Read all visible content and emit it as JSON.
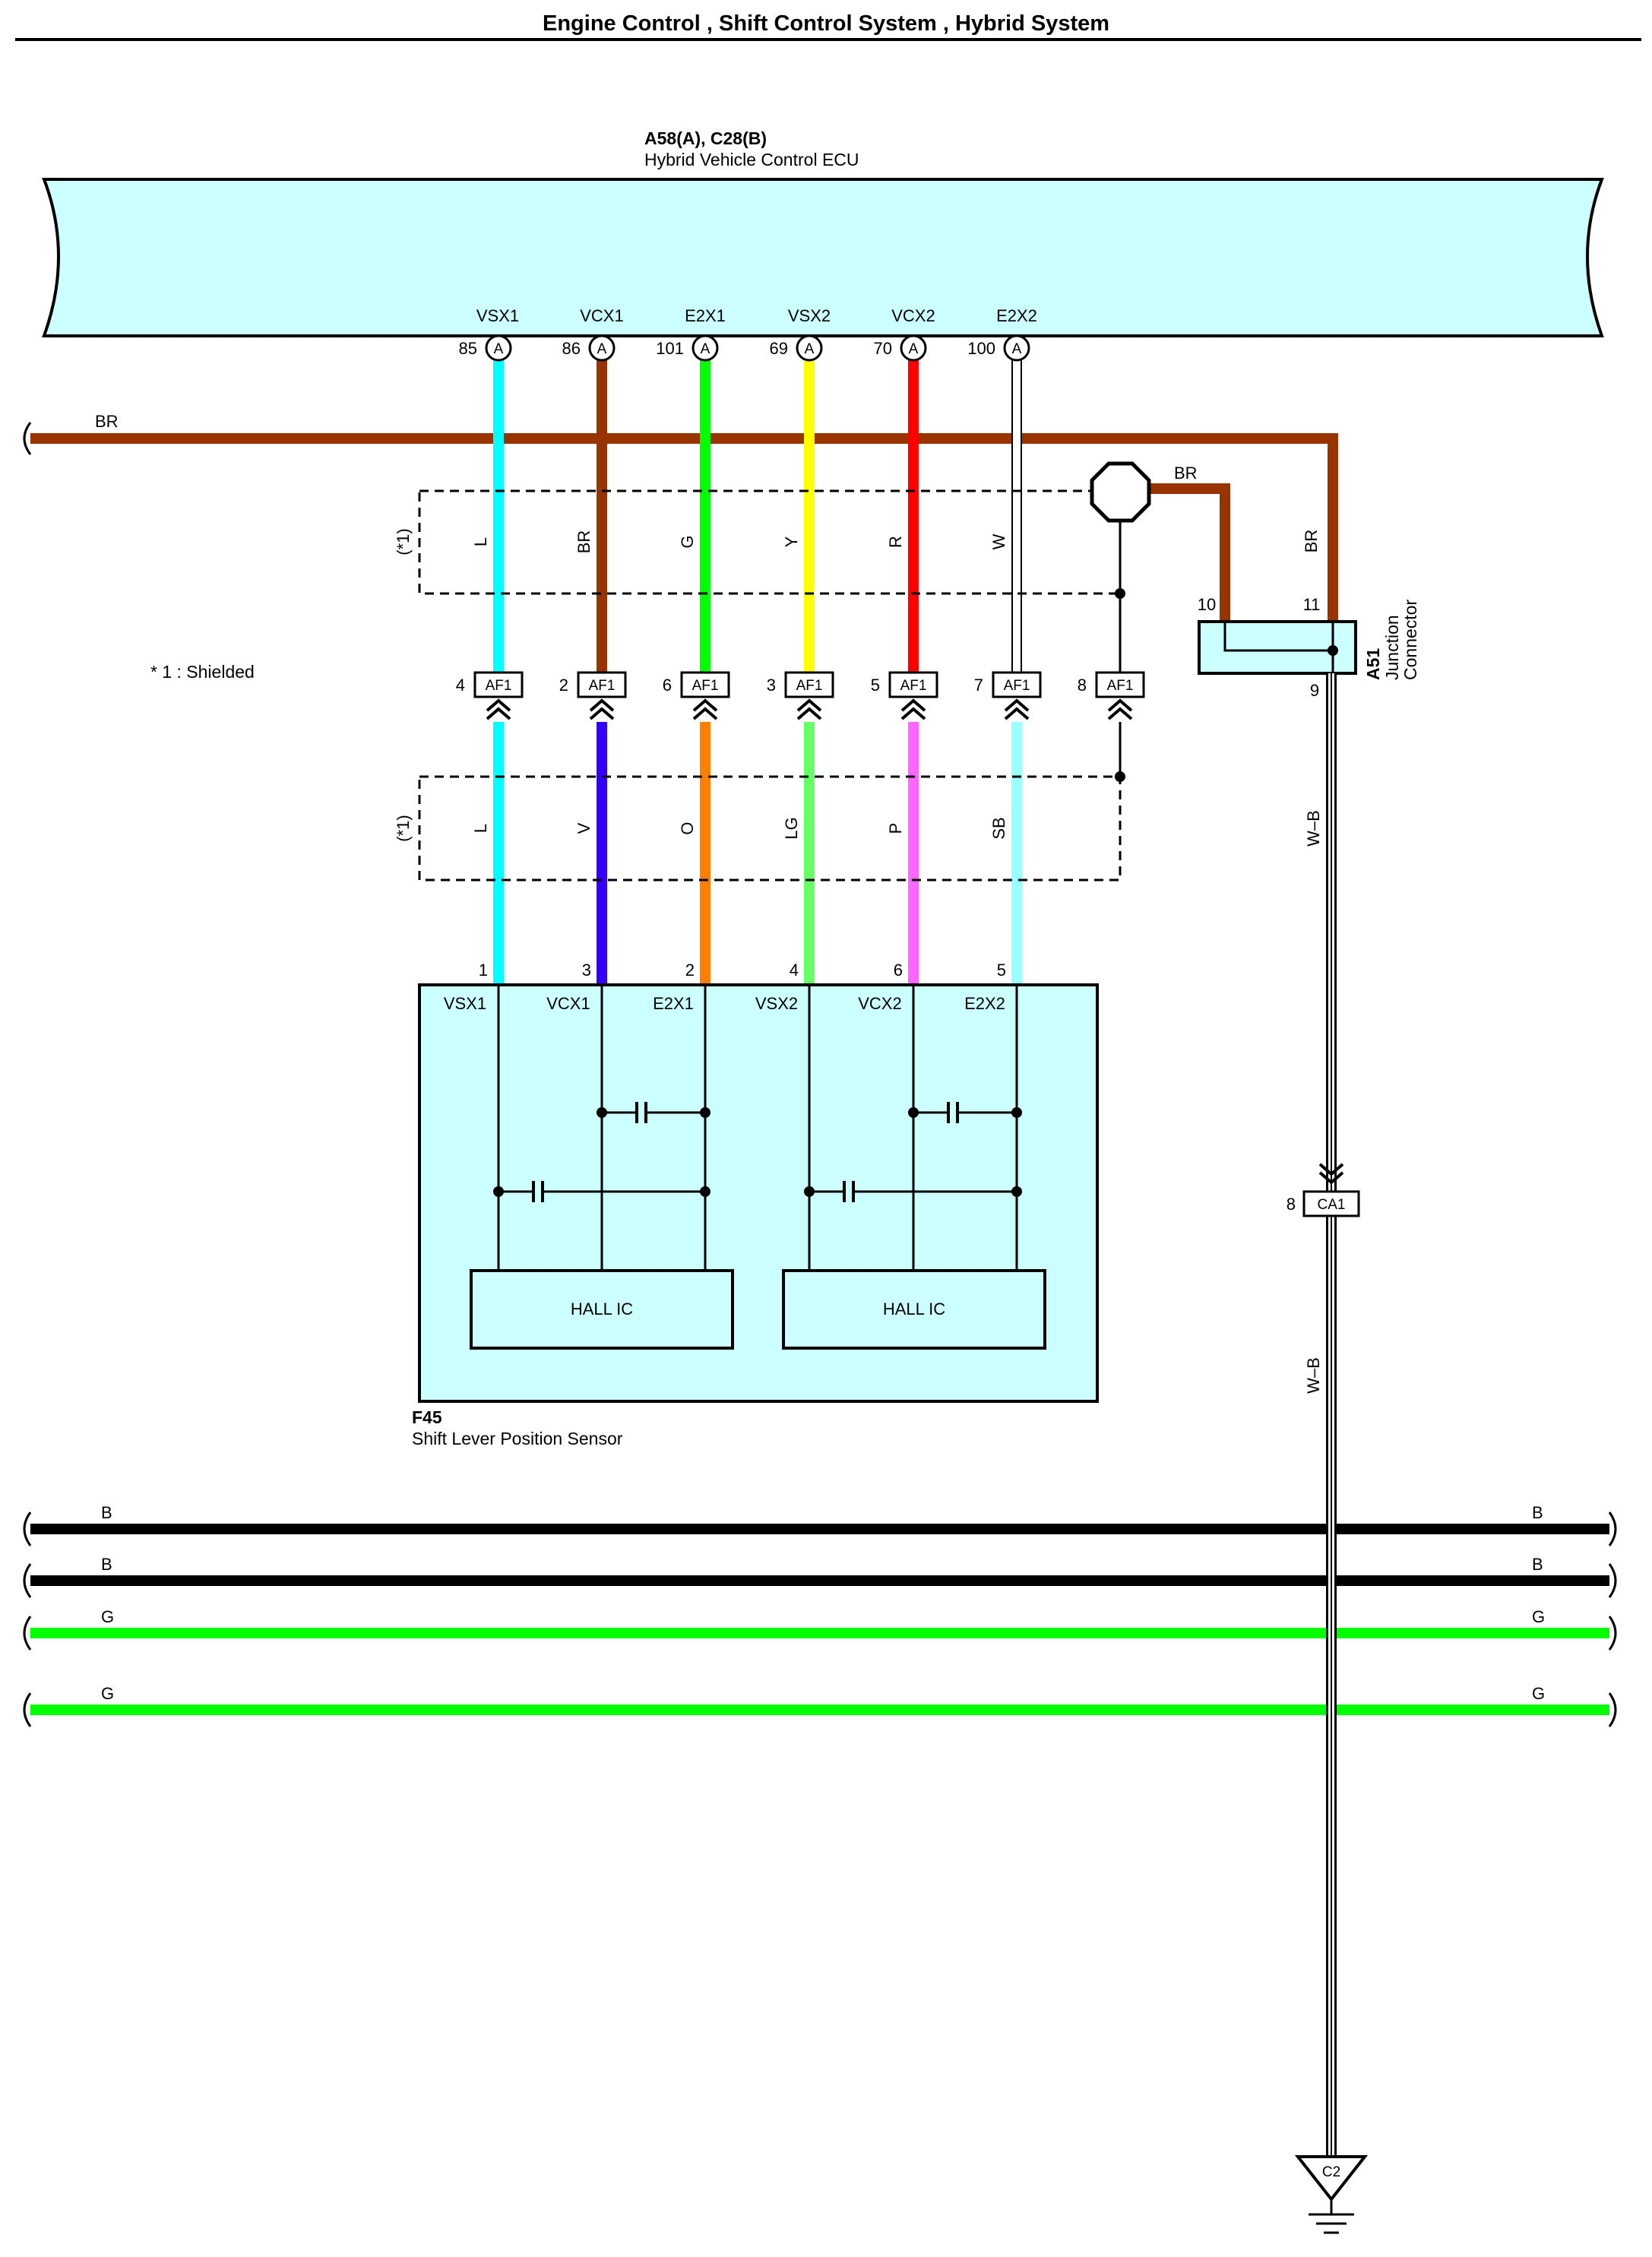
{
  "title": "Engine Control , Shift Control System , Hybrid System",
  "ecu": {
    "code": "A58(A), C28(B)",
    "name": "Hybrid Vehicle Control ECU",
    "connector_letter": "A",
    "pins": [
      {
        "label": "VSX1",
        "num": "85"
      },
      {
        "label": "VCX1",
        "num": "86"
      },
      {
        "label": "E2X1",
        "num": "101"
      },
      {
        "label": "VSX2",
        "num": "69"
      },
      {
        "label": "VCX2",
        "num": "70"
      },
      {
        "label": "E2X2",
        "num": "100"
      }
    ]
  },
  "wires_upper": [
    {
      "color_code": "L",
      "hex": "#00ffff"
    },
    {
      "color_code": "BR",
      "hex": "#993300"
    },
    {
      "color_code": "G",
      "hex": "#00ff00"
    },
    {
      "color_code": "Y",
      "hex": "#ffff00"
    },
    {
      "color_code": "R",
      "hex": "#ff0000"
    },
    {
      "color_code": "W",
      "hex": "#ffffff"
    }
  ],
  "wires_lower": [
    {
      "color_code": "L",
      "hex": "#00ffff"
    },
    {
      "color_code": "V",
      "hex": "#3300ff"
    },
    {
      "color_code": "O",
      "hex": "#ff8000"
    },
    {
      "color_code": "LG",
      "hex": "#66ff66"
    },
    {
      "color_code": "P",
      "hex": "#ff66ff"
    },
    {
      "color_code": "SB",
      "hex": "#99ffff"
    }
  ],
  "br_label": "BR",
  "shield_mark": "(*1)",
  "shield_note": "* 1 : Shielded",
  "af1": {
    "label": "AF1",
    "pins": [
      "4",
      "2",
      "6",
      "3",
      "5",
      "7",
      "8"
    ]
  },
  "junction": {
    "code": "A51",
    "name_line1": "Junction",
    "name_line2": "Connector",
    "pin_left": "10",
    "pin_right": "11",
    "pin_bottom": "9",
    "wire_in": "BR",
    "wire_out": "BR"
  },
  "sensor": {
    "code": "F45",
    "name": "Shift Lever Position Sensor",
    "pin_nums": [
      "1",
      "3",
      "2",
      "4",
      "6",
      "5"
    ],
    "pin_labels": [
      "VSX1",
      "VCX1",
      "E2X1",
      "VSX2",
      "VCX2",
      "E2X2"
    ],
    "ic_label": "HALL IC"
  },
  "ground_wire": {
    "color_code": "W–B",
    "connector": "CA1",
    "connector_pin": "8",
    "ground_point": "C2"
  },
  "bus_lines": [
    {
      "color_code": "B",
      "hex": "#000000"
    },
    {
      "color_code": "B",
      "hex": "#000000"
    },
    {
      "color_code": "G",
      "hex": "#00ff00"
    },
    {
      "color_code": "G",
      "hex": "#00ff00"
    }
  ],
  "colors": {
    "component_fill": "#ccffff",
    "br_wire": "#993300"
  }
}
